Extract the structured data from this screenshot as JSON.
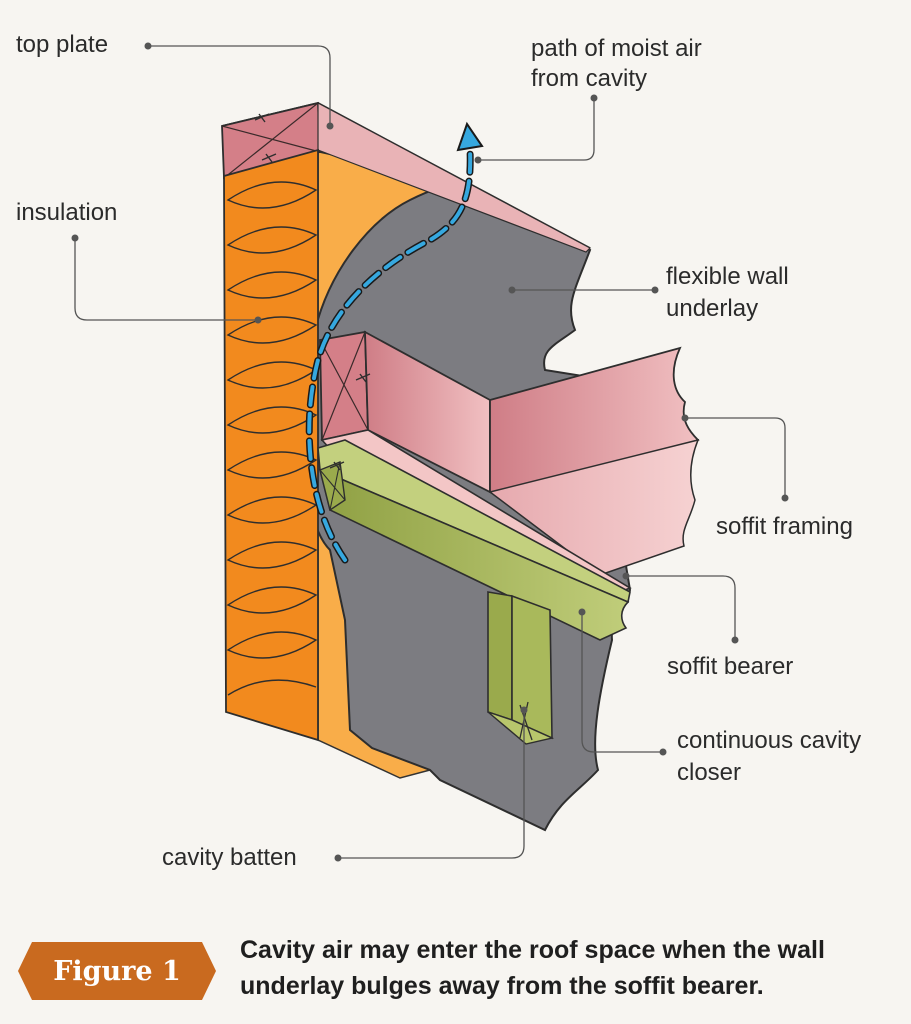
{
  "labels": {
    "top_plate": "top plate",
    "path_line1": "path of moist air",
    "path_line2": "from cavity",
    "insulation": "insulation",
    "flexible_line1": "flexible wall",
    "flexible_line2": "underlay",
    "soffit_framing": "soffit framing",
    "soffit_bearer": "soffit bearer",
    "closer_line1": "continuous cavity",
    "closer_line2": "closer",
    "cavity_batten": "cavity batten"
  },
  "caption": {
    "badge": "Figure 1",
    "text": "Cavity air may enter the roof space when the wall underlay bulges away from the soffit bearer."
  },
  "colors": {
    "background": "#f7f5f1",
    "insulation": "#f28a1e",
    "sheathing": "#f9ad49",
    "underlay": "#7b7b80",
    "timber": "#d98d95",
    "closer": "#a7b85a",
    "air_path": "#2a9fd9",
    "badge": "#c96a1f"
  }
}
